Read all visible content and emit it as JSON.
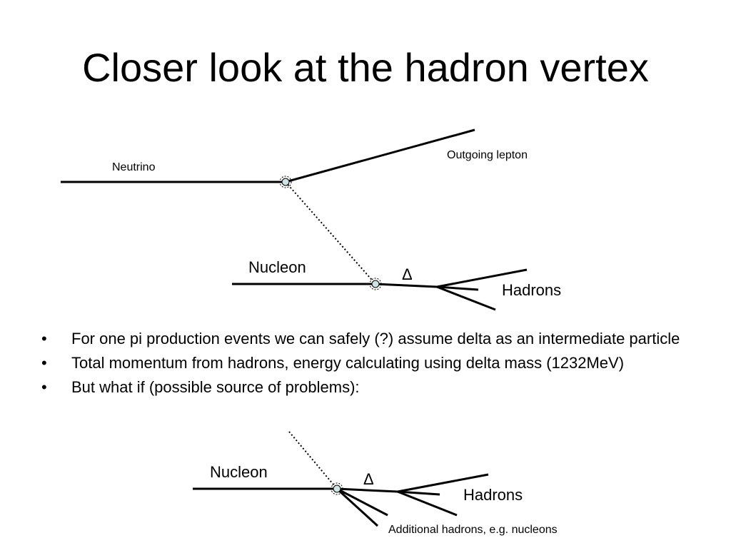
{
  "slide": {
    "title": "Closer look at the hadron vertex"
  },
  "diagram_top": {
    "neutrino_label": "Neutrino",
    "lepton_label": "Outgoing lepton",
    "nucleon_label": "Nucleon",
    "delta_label": "Δ",
    "hadrons_label": "Hadrons"
  },
  "bullets": [
    "For one pi production events we can safely (?) assume delta as an intermediate particle",
    "Total momentum from hadrons, energy calculating using delta mass (1232MeV)",
    "But what if (possible source of problems):"
  ],
  "bullet_symbol": "•",
  "diagram_bottom": {
    "nucleon_label": "Nucleon",
    "delta_label": "Δ",
    "hadrons_label": "Hadrons",
    "additional_label": "Additional hadrons, e.g. nucleons"
  }
}
